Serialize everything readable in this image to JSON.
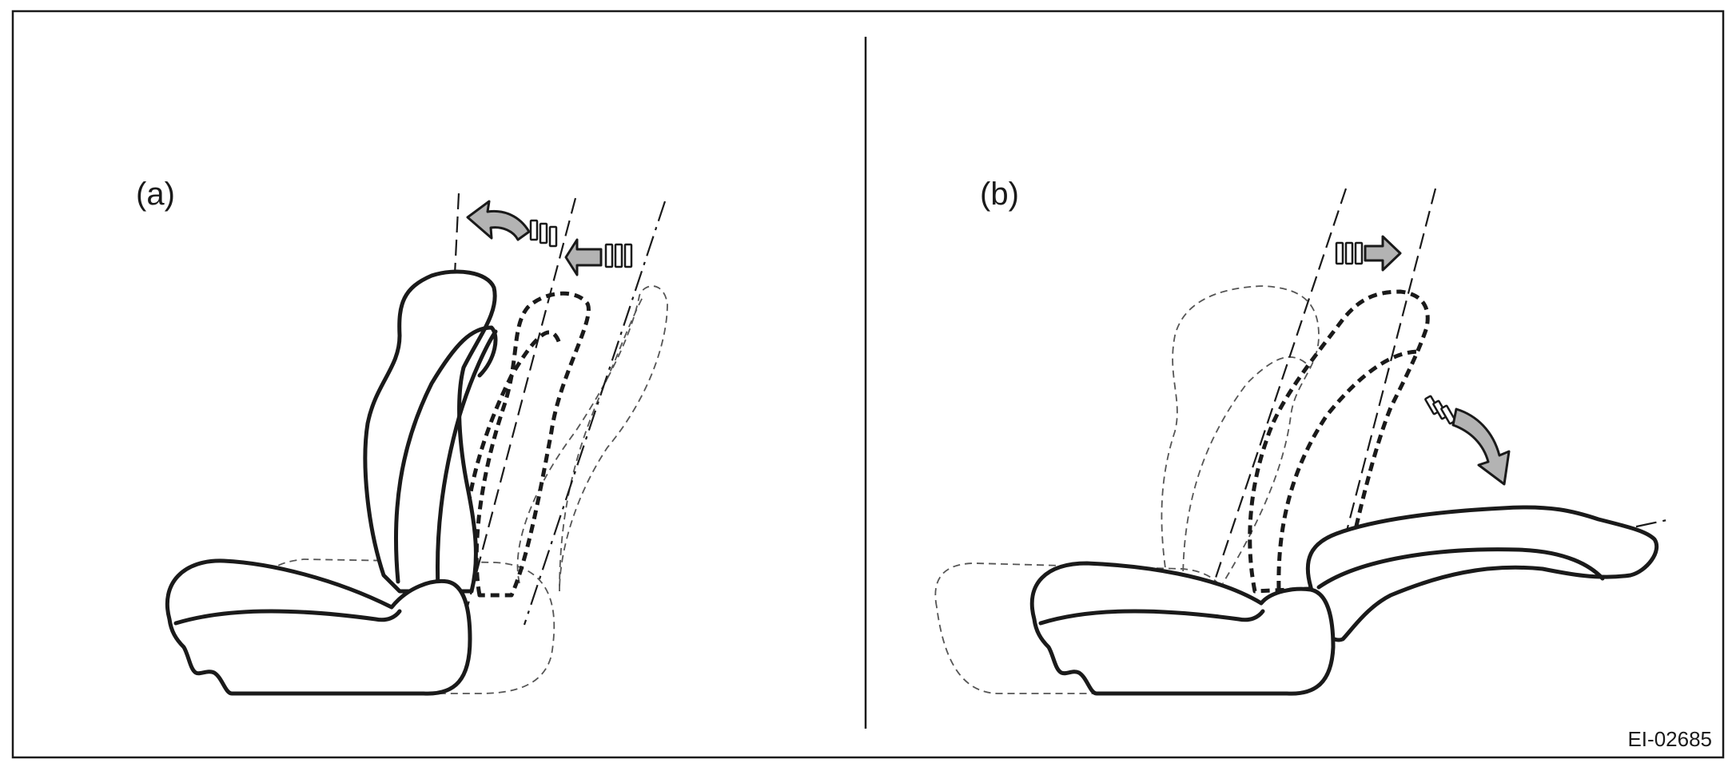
{
  "panels": {
    "a": {
      "label": "(a)"
    },
    "b": {
      "label": "(b)"
    }
  },
  "figure_code": "EI-02685",
  "colors": {
    "line": "#1a1a1a",
    "arrow_fill": "#b3b3b3",
    "background": "#ffffff"
  },
  "icons": [
    "curved-arrow-icon",
    "straight-arrow-icon"
  ]
}
